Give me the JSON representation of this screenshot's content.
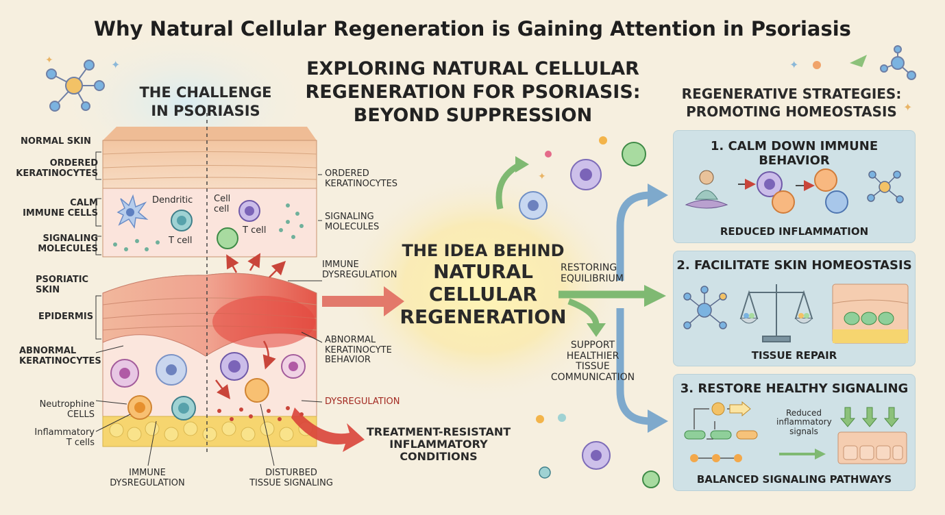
{
  "title": "Why Natural Cellular Regeneration is Gaining Attention in Psoriasis",
  "subtitle": {
    "line1": "EXPLORING NATURAL CELLULAR",
    "line2": "REGENERATION FOR PSORIASIS:",
    "line3": "BEYOND SUPPRESSION"
  },
  "challenge": {
    "line1": "THE CHALLENGE",
    "line2": "IN PSORIASIS"
  },
  "normal_skin": {
    "header": "NORMAL SKIN",
    "ordered_left_1": "ORDERED",
    "ordered_left_2": "KERATINOCYTES",
    "calm_1": "CALM",
    "calm_2": "IMMUNE CELLS",
    "signaling_left_1": "SIGNALING",
    "signaling_left_2": "MOLECULES",
    "dendritic": "Dendritic",
    "tcell": "T cell",
    "cell_1": "Cell",
    "cell_2": "cell",
    "tcell_right": "T cell",
    "ordered_right_1": "ORDERED",
    "ordered_right_2": "KERATINOCYTES",
    "signaling_right_1": "SIGNALING",
    "signaling_right_2": "MOLECULES"
  },
  "psoriatic_skin": {
    "header_1": "PSORIATIC",
    "header_2": "SKIN",
    "epidermis": "EPIDERMIS",
    "abnormal_1": "ABNORMAL",
    "abnormal_2": "KERATINOCYTES",
    "neutrophine_1": "Neutrophine",
    "neutrophine_2": "CELLS",
    "inflammatory_1": "Inflammatory",
    "inflammatory_2": "T cells",
    "immune_dys_bottom_1": "IMMUNE",
    "immune_dys_bottom_2": "DYSREGULATION",
    "disturbed_1": "DISTURBED",
    "disturbed_2": "TISSUE SIGNALING",
    "immune_dys_top_1": "IMMUNE",
    "immune_dys_top_2": "DYSREGULATION",
    "abnormal_behavior_1": "ABNORMAL",
    "abnormal_behavior_2": "KERATINOCYTE",
    "abnormal_behavior_3": "BEHAVIOR",
    "dysregulation": "DYSREGULATION"
  },
  "treatment_resistant": {
    "line1": "TREATMENT-RESISTANT",
    "line2": "INFLAMMATORY",
    "line3": "CONDITIONS"
  },
  "idea": {
    "line1": "THE IDEA BEHIND",
    "line2": "NATURAL",
    "line3": "CELLULAR",
    "line4": "REGENERATION"
  },
  "restoring": {
    "line1": "RESTORING",
    "line2": "EQUILIBRIUM"
  },
  "support": {
    "line1": "SUPPORT",
    "line2": "HEALTHIER",
    "line3": "TISSUE",
    "line4": "COMMUNICATION"
  },
  "regen_strategies": {
    "line1": "REGENERATIVE STRATEGIES:",
    "line2": "PROMOTING HOMEOSTASIS"
  },
  "panels": [
    {
      "title": "1. CALM DOWN IMMUNE BEHAVIOR",
      "footer": "REDUCED INFLAMMATION"
    },
    {
      "title": "2. FACILITATE SKIN HOMEOSTASIS",
      "footer": "TISSUE REPAIR"
    },
    {
      "title": "3. RESTORE HEALTHY SIGNALING",
      "footer": "BALANCED SIGNALING PATHWAYS",
      "note_1": "Reduced",
      "note_2": "inflammatory",
      "note_3": "signals"
    }
  ],
  "colors": {
    "background": "#f6efdf",
    "panel": "#cfe1e6",
    "inflamed": "#e2473c",
    "arrow_red": "#d9443a",
    "arrow_blue": "#6f9fc4",
    "arrow_green": "#7fb972"
  }
}
